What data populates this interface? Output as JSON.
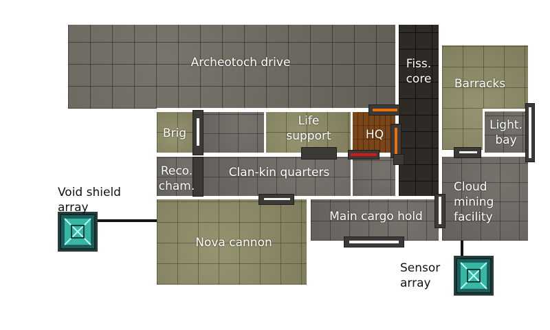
{
  "map": {
    "rooms": {
      "archeotech_drive": "Archeotoch drive",
      "fission_core": "Fiss.\ncore",
      "barracks": "Barracks",
      "brig": "Brig",
      "life_support": "Life\nsupport",
      "hq": "HQ",
      "light_bay": "Light.\nbay",
      "reco_chamber": "Reco.\ncham.",
      "clan_kin_quarters": "Clan-kin quarters",
      "cloud_mining_facility": "Cloud\nmining\nfacility",
      "main_cargo_hold": "Main cargo hold",
      "nova_cannon": "Nova cannon"
    },
    "external_modules": {
      "void_shield_array": "Void shield\n    array",
      "sensor_array": "Sensor\narray"
    },
    "colors": {
      "door_orange": "#e8720f",
      "door_red": "#d31a14",
      "module_glow": "#3fd6c0"
    }
  }
}
